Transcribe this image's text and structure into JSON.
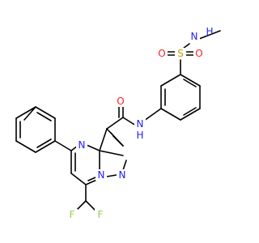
{
  "colors": {
    "N": "#2020ff",
    "O": "#ff2020",
    "S": "#c8a000",
    "F": "#90d050",
    "C": "#000000"
  },
  "atoms": {
    "n_sulfonamide": "N",
    "h_sulfonamide": "H",
    "s_sulfonyl": "S",
    "o_sulfonyl_left": "O",
    "o_sulfonyl_right": "O",
    "o_carbonyl": "O",
    "n_amide": "N",
    "h_amide": "H",
    "n_pyrimidine": "N",
    "n_bridge": "N",
    "n_pyrazole": "N",
    "f_left": "F",
    "f_right": "F"
  }
}
